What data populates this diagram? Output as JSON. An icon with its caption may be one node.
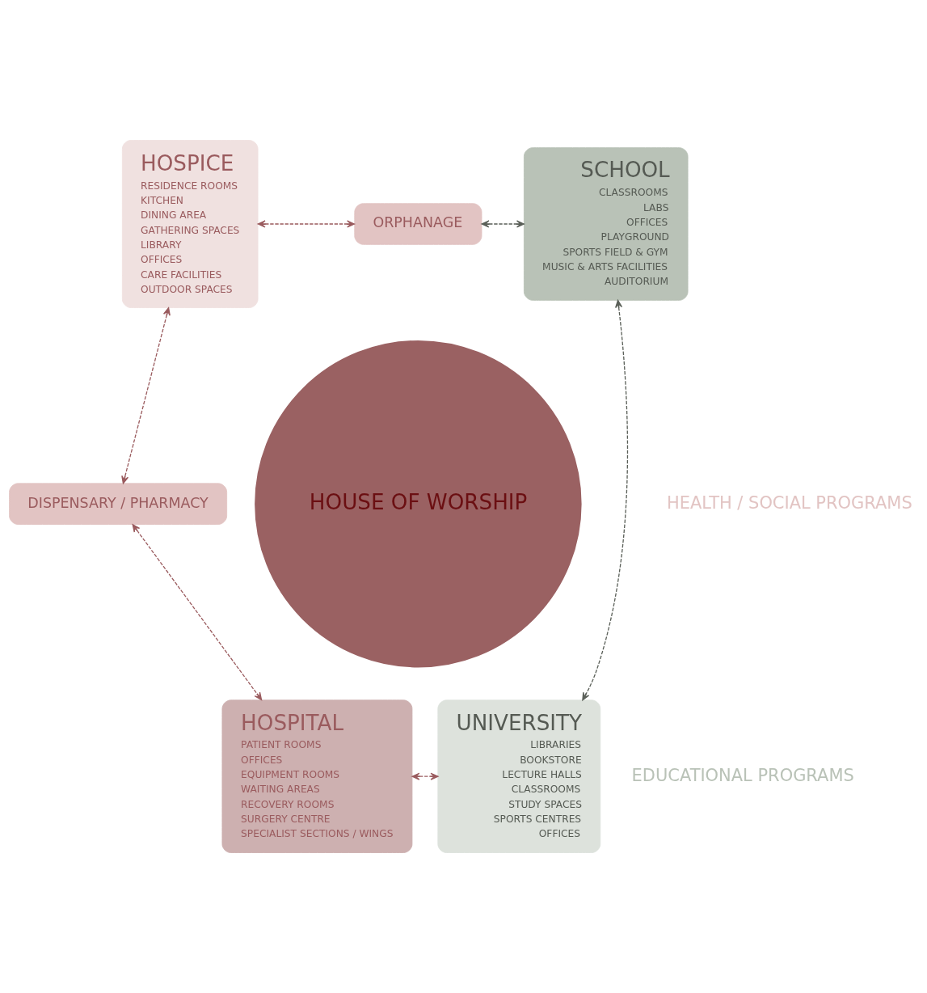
{
  "diagram": {
    "nodes": [
      {
        "text": [
          "HOSPICE",
          "RESIDENCE ROOMS",
          "KITCHEN",
          "DINING AREA",
          "GATHERING SPACES",
          "LIBRARY",
          "OFFICES",
          "CARE FACILITIES",
          "OUTDOOR SPACES"
        ]
      },
      {
        "text": [
          "ORPHANAGE"
        ]
      },
      {
        "text": [
          "SCHOOL",
          "CLASSROOMS",
          "LABS",
          "OFFICES",
          "PLAYGROUND",
          "SPORTS FIELD & GYM",
          "MUSIC & ARTS FACILITIES",
          "AUDITORIUM"
        ]
      },
      {
        "text": [
          "DISPENSARY / PHARMACY"
        ]
      },
      {
        "text": [
          "HOUSE OF WORSHIP"
        ]
      },
      {
        "text": [
          "HOSPITAL",
          "PATIENT ROOMS",
          "OFFICES",
          "EQUIPMENT ROOMS",
          "WAITING AREAS",
          "RECOVERY ROOMS",
          "SURGERY CENTRE",
          "SPECIALIST SECTIONS / WINGS"
        ]
      },
      {
        "text": [
          "UNIVERSITY",
          "LIBRARIES",
          "BOOKSTORE",
          "LECTURE HALLS",
          "CLASSROOMS",
          "STUDY SPACES",
          "SPORTS CENTRES",
          "OFFICES"
        ]
      }
    ],
    "edges": [
      {
        "from": 0,
        "to": 1,
        "arrow": "both",
        "style": "dashed"
      },
      {
        "from": 1,
        "to": 2,
        "arrow": "both",
        "style": "dashed",
        "color": "#5a5f58"
      },
      {
        "from": 0,
        "to": 3,
        "arrow": "both",
        "style": "dashed"
      },
      {
        "from": 3,
        "to": 5,
        "arrow": "both",
        "style": "dashed"
      },
      {
        "from": 2,
        "to": 6,
        "arrow": "both",
        "style": "dashed",
        "color": "#5a5f58"
      },
      {
        "from": 5,
        "to": 6,
        "arrow": "both",
        "style": "dashed"
      }
    ],
    "labels": [
      "HEALTH / SOCIAL PROGRAMS",
      "EDUCATIONAL PROGRAMS"
    ]
  }
}
